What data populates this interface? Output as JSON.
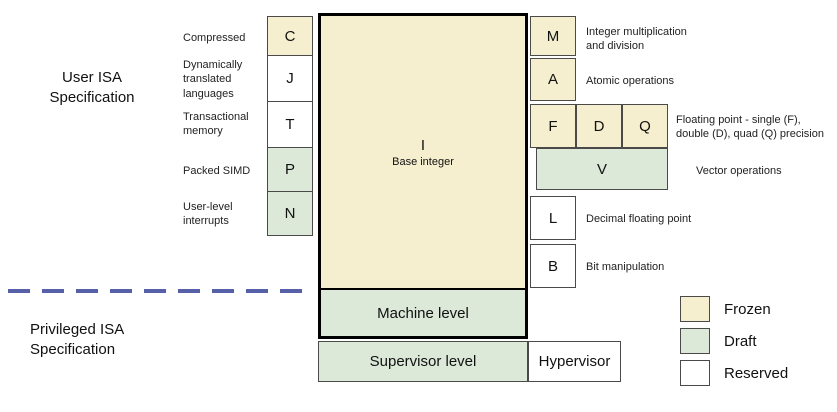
{
  "titles": {
    "user_isa": "User ISA\nSpecification",
    "privileged_isa": "Privileged ISA\nSpecification"
  },
  "core": {
    "base_letter": "I",
    "base_sublabel": "Base integer",
    "machine_label": "Machine level",
    "supervisor_label": "Supervisor level",
    "hypervisor_label": "Hypervisor"
  },
  "left_extensions": [
    {
      "letter": "C",
      "label": "Compressed",
      "status": "frozen"
    },
    {
      "letter": "J",
      "label": "Dynamically\ntranslated\nlanguages",
      "status": "reserved"
    },
    {
      "letter": "T",
      "label": "Transactional\nmemory",
      "status": "reserved"
    },
    {
      "letter": "P",
      "label": "Packed SIMD",
      "status": "draft"
    },
    {
      "letter": "N",
      "label": "User-level\ninterrupts",
      "status": "draft"
    }
  ],
  "right_extensions": {
    "m": {
      "letter": "M",
      "label": "Integer multiplication\nand division",
      "status": "frozen"
    },
    "a": {
      "letter": "A",
      "label": "Atomic operations",
      "status": "frozen"
    },
    "f": {
      "letter": "F",
      "status": "frozen"
    },
    "d": {
      "letter": "D",
      "status": "frozen"
    },
    "q": {
      "letter": "Q",
      "status": "frozen"
    },
    "fdq_label": "Floating point - single (F),\ndouble (D), quad (Q) precision",
    "v": {
      "letter": "V",
      "label": "Vector operations",
      "status": "draft"
    },
    "l": {
      "letter": "L",
      "label": "Decimal floating point",
      "status": "reserved"
    },
    "b": {
      "letter": "B",
      "label": "Bit manipulation",
      "status": "reserved"
    }
  },
  "legend": [
    {
      "label": "Frozen",
      "color": "#f5efcf"
    },
    {
      "label": "Draft",
      "color": "#dce8d8"
    },
    {
      "label": "Reserved",
      "color": "#ffffff"
    }
  ]
}
